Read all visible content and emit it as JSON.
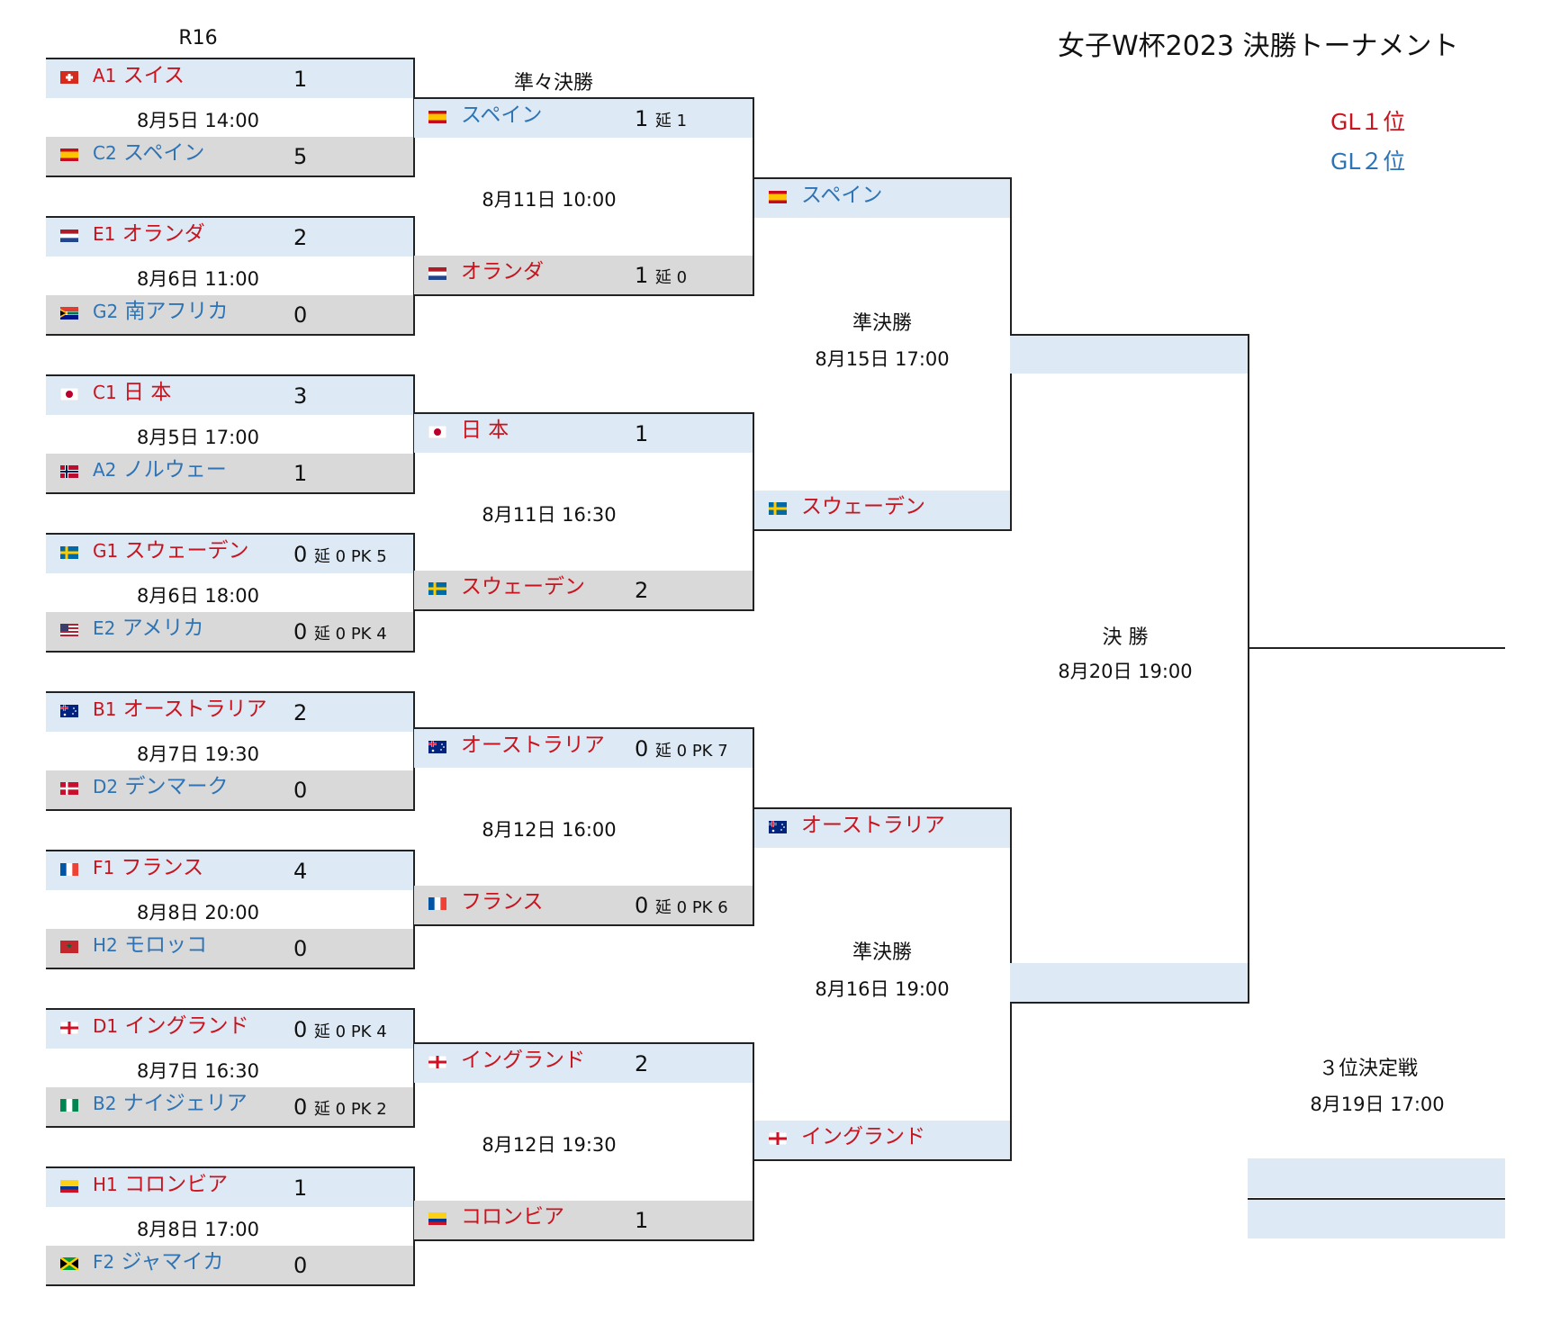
{
  "title": "女子W杯2023  決勝トーナメント",
  "legend": {
    "first": "GL１位",
    "second": "GL２位",
    "first_color": "#c8141e",
    "second_color": "#2e74b5"
  },
  "round_labels": {
    "r16": "R16",
    "qf": "準々決勝",
    "sf1": "準決勝",
    "sf2": "準決勝",
    "final": "決 勝",
    "third": "３位決定戦"
  },
  "r16": [
    {
      "date": "8月5日 14:00",
      "top": {
        "flag": "switzerland-flag",
        "seed": "A1",
        "name": "スイス",
        "score": "1",
        "extra": ""
      },
      "bottom": {
        "flag": "spain-flag",
        "seed": "C2",
        "name": "スペイン",
        "score": "5",
        "extra": ""
      }
    },
    {
      "date": "8月6日 11:00",
      "top": {
        "flag": "netherlands-flag",
        "seed": "E1",
        "name": "オランダ",
        "score": "2",
        "extra": ""
      },
      "bottom": {
        "flag": "south-africa-flag",
        "seed": "G2",
        "name": "南アフリカ",
        "score": "0",
        "extra": ""
      }
    },
    {
      "date": "8月5日 17:00",
      "top": {
        "flag": "japan-flag",
        "seed": "C1",
        "name": "日 本",
        "score": "3",
        "extra": ""
      },
      "bottom": {
        "flag": "norway-flag",
        "seed": "A2",
        "name": "ノルウェー",
        "score": "1",
        "extra": ""
      }
    },
    {
      "date": "8月6日 18:00",
      "top": {
        "flag": "sweden-flag",
        "seed": "G1",
        "name": "スウェーデン",
        "score": "0",
        "extra": "延 0  PK 5"
      },
      "bottom": {
        "flag": "usa-flag",
        "seed": "E2",
        "name": "アメリカ",
        "score": "0",
        "extra": "延 0  PK 4"
      }
    },
    {
      "date": "8月7日 19:30",
      "top": {
        "flag": "australia-flag",
        "seed": "B1",
        "name": "オーストラリア",
        "score": "2",
        "extra": ""
      },
      "bottom": {
        "flag": "denmark-flag",
        "seed": "D2",
        "name": "デンマーク",
        "score": "0",
        "extra": ""
      }
    },
    {
      "date": "8月8日 20:00",
      "top": {
        "flag": "france-flag",
        "seed": "F1",
        "name": "フランス",
        "score": "4",
        "extra": ""
      },
      "bottom": {
        "flag": "morocco-flag",
        "seed": "H2",
        "name": "モロッコ",
        "score": "0",
        "extra": ""
      }
    },
    {
      "date": "8月7日 16:30",
      "top": {
        "flag": "england-flag",
        "seed": "D1",
        "name": "イングランド",
        "score": "0",
        "extra": "延 0  PK 4"
      },
      "bottom": {
        "flag": "nigeria-flag",
        "seed": "B2",
        "name": "ナイジェリア",
        "score": "0",
        "extra": "延 0  PK 2"
      }
    },
    {
      "date": "8月8日 17:00",
      "top": {
        "flag": "colombia-flag",
        "seed": "H1",
        "name": "コロンビア",
        "score": "1",
        "extra": ""
      },
      "bottom": {
        "flag": "jamaica-flag",
        "seed": "F2",
        "name": "ジャマイカ",
        "score": "0",
        "extra": ""
      }
    }
  ],
  "qf": [
    {
      "date": "8月11日 10:00",
      "top": {
        "flag": "spain-flag",
        "name": "スペイン",
        "score": "1",
        "extra": "延 1"
      },
      "bottom": {
        "flag": "netherlands-flag",
        "name": "オランダ",
        "score": "1",
        "extra": "延 0"
      }
    },
    {
      "date": "8月11日 16:30",
      "top": {
        "flag": "japan-flag",
        "name": "日 本",
        "score": "1",
        "extra": ""
      },
      "bottom": {
        "flag": "sweden-flag",
        "name": "スウェーデン",
        "score": "2",
        "extra": ""
      }
    },
    {
      "date": "8月12日 16:00",
      "top": {
        "flag": "australia-flag",
        "name": "オーストラリア",
        "score": "0",
        "extra": "延 0  PK 7"
      },
      "bottom": {
        "flag": "france-flag",
        "name": "フランス",
        "score": "0",
        "extra": "延 0  PK 6"
      }
    },
    {
      "date": "8月12日 19:30",
      "top": {
        "flag": "england-flag",
        "name": "イングランド",
        "score": "2",
        "extra": ""
      },
      "bottom": {
        "flag": "colombia-flag",
        "name": "コロンビア",
        "score": "1",
        "extra": ""
      }
    }
  ],
  "sf": [
    {
      "date": "8月15日 17:00",
      "top": {
        "flag": "spain-flag",
        "name": "スペイン"
      },
      "bottom": {
        "flag": "sweden-flag",
        "name": "スウェーデン"
      }
    },
    {
      "date": "8月16日 19:00",
      "top": {
        "flag": "australia-flag",
        "name": "オーストラリア"
      },
      "bottom": {
        "flag": "england-flag",
        "name": "イングランド"
      }
    }
  ],
  "final": {
    "date": "8月20日 19:00"
  },
  "third": {
    "date": "8月19日 17:00"
  }
}
